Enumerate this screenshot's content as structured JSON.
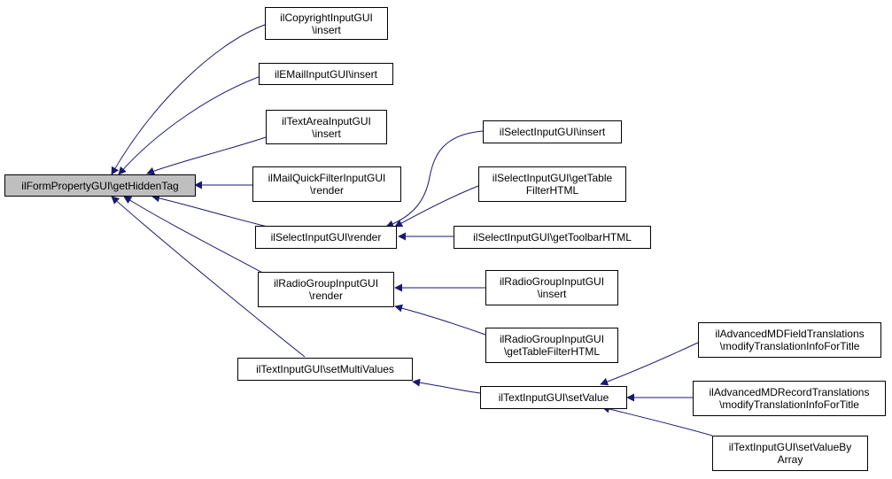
{
  "colors": {
    "edge": "#191970",
    "root_fill": "#bfbfbf",
    "node_fill": "#ffffff",
    "border": "#000000"
  },
  "nodes": {
    "root": {
      "l1": "ilFormPropertyGUI\\getHiddenTag",
      "l2": ""
    },
    "copyright_insert": {
      "l1": "ilCopyrightInputGUI",
      "l2": "\\insert"
    },
    "email_insert": {
      "l1": "ilEMailInputGUI\\insert",
      "l2": ""
    },
    "textarea_insert": {
      "l1": "ilTextAreaInputGUI",
      "l2": "\\insert"
    },
    "mailquickfilter_render": {
      "l1": "ilMailQuickFilterInputGUI",
      "l2": "\\render"
    },
    "select_render": {
      "l1": "ilSelectInputGUI\\render",
      "l2": ""
    },
    "radiogroup_render": {
      "l1": "ilRadioGroupInputGUI",
      "l2": "\\render"
    },
    "text_setmultivalues": {
      "l1": "ilTextInputGUI\\setMultiValues",
      "l2": ""
    },
    "select_insert": {
      "l1": "ilSelectInputGUI\\insert",
      "l2": ""
    },
    "select_gettablefilterhtml": {
      "l1": "ilSelectInputGUI\\getTable",
      "l2": "FilterHTML"
    },
    "select_gettoolbarhtml": {
      "l1": "ilSelectInputGUI\\getToolbarHTML",
      "l2": ""
    },
    "radiogroup_insert": {
      "l1": "ilRadioGroupInputGUI",
      "l2": "\\insert"
    },
    "radiogroup_gettablefilterhtml": {
      "l1": "ilRadioGroupInputGUI",
      "l2": "\\getTableFilterHTML"
    },
    "text_setvalue": {
      "l1": "ilTextInputGUI\\setValue",
      "l2": ""
    },
    "advfield_modify": {
      "l1": "ilAdvancedMDFieldTranslations",
      "l2": "\\modifyTranslationInfoForTitle"
    },
    "advrecord_modify": {
      "l1": "ilAdvancedMDRecordTranslations",
      "l2": "\\modifyTranslationInfoForTitle"
    },
    "text_setvaluebyarray": {
      "l1": "ilTextInputGUI\\setValueBy",
      "l2": "Array"
    }
  }
}
